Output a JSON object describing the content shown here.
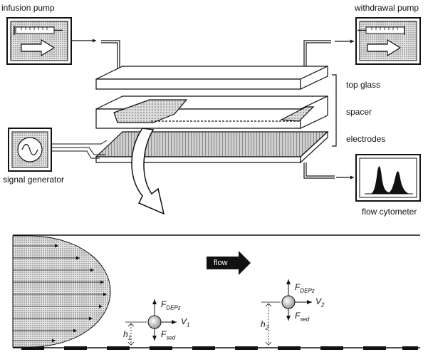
{
  "labels": {
    "infusion_pump": "infusion pump",
    "withdrawal_pump": "withdrawal pump",
    "top_glass": "top glass",
    "spacer": "spacer",
    "electrodes": "electrodes",
    "signal_generator": "signal generator",
    "flow_cytometer": "flow cytometer",
    "flow": "flow"
  },
  "forces": {
    "f_dep_main": "F",
    "f_dep_sub": "DEPz",
    "f_sed_main": "F",
    "f_sed_sub": "sed",
    "v1_main": "V",
    "v1_sub": "1",
    "v2_main": "V",
    "v2_sub": "2",
    "h1_main": "h",
    "h1_sub": "1",
    "h2_main": "h",
    "h2_sub": "2"
  },
  "colors": {
    "line": "#111111",
    "stipple": "#bdbdbd",
    "flow_arrow": "#111111"
  }
}
